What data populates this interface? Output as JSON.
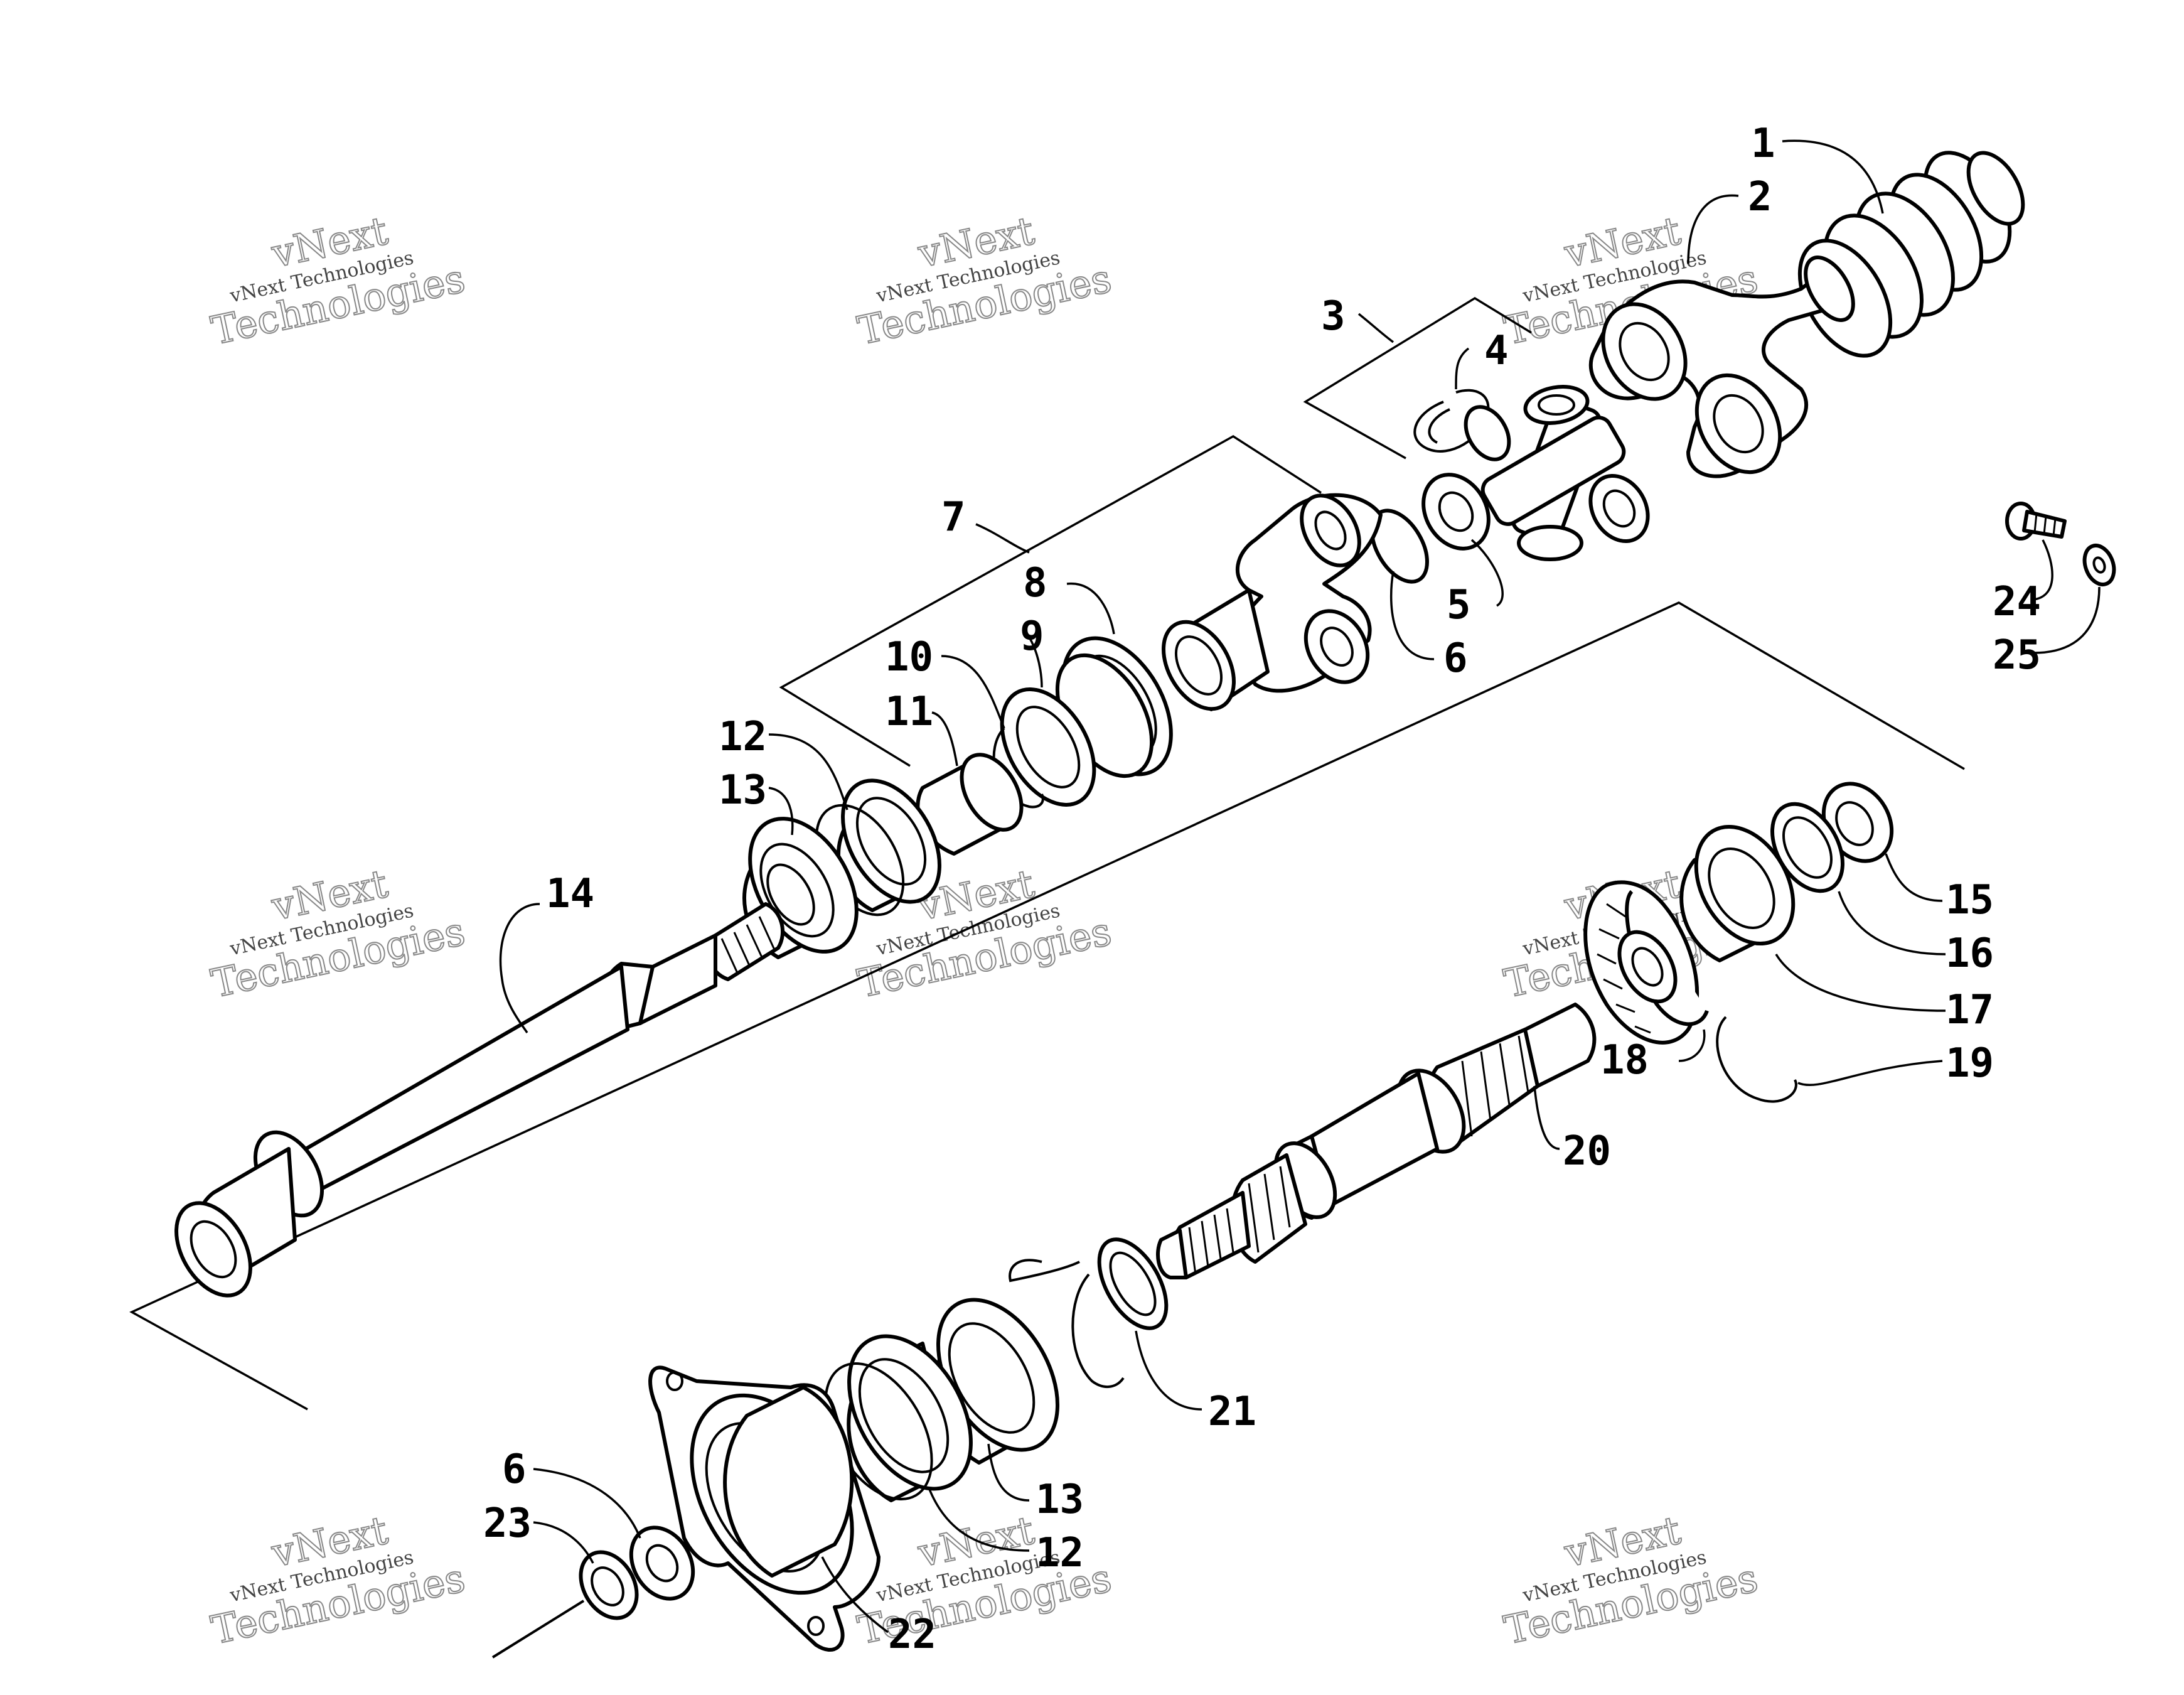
{
  "diagram": {
    "callouts": [
      "1",
      "2",
      "3",
      "4",
      "5",
      "6",
      "7",
      "8",
      "9",
      "10",
      "11",
      "12",
      "13",
      "14",
      "15",
      "16",
      "17",
      "18",
      "19",
      "20",
      "21",
      "6",
      "23",
      "22",
      "24",
      "25",
      "13",
      "12"
    ],
    "watermark": {
      "line1": "vNext Technologies",
      "line2": "vNext",
      "line3": "Technologies"
    }
  }
}
